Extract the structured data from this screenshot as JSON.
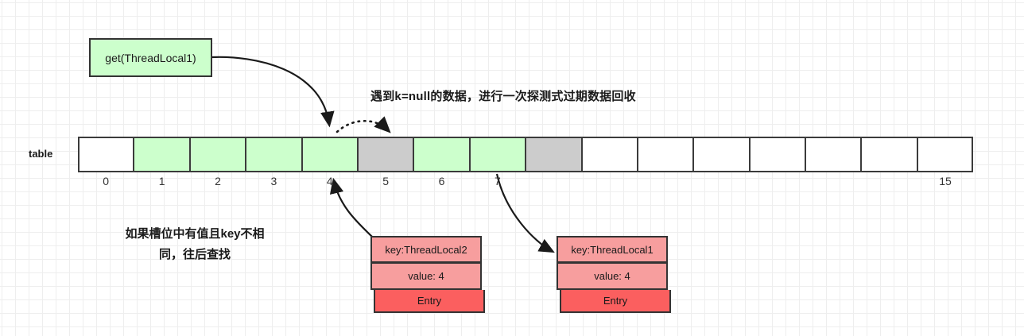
{
  "diagram": {
    "title_label": "table",
    "call_box": {
      "label": "get(ThreadLocal1)"
    },
    "annotations": {
      "top": "遇到k=null的数据，进行一次探测式过期数据回收",
      "left_line1": "如果槽位中有值且key不相",
      "left_line2": "同，往后查找"
    },
    "table": {
      "label": "table",
      "slot_count": 16,
      "slots": [
        {
          "index": 0,
          "index_label": "0",
          "state": "empty"
        },
        {
          "index": 1,
          "index_label": "1",
          "state": "green"
        },
        {
          "index": 2,
          "index_label": "2",
          "state": "green"
        },
        {
          "index": 3,
          "index_label": "3",
          "state": "green"
        },
        {
          "index": 4,
          "index_label": "4",
          "state": "green"
        },
        {
          "index": 5,
          "index_label": "5",
          "state": "gray"
        },
        {
          "index": 6,
          "index_label": "6",
          "state": "green"
        },
        {
          "index": 7,
          "index_label": "7",
          "state": "green"
        },
        {
          "index": 8,
          "index_label": "",
          "state": "gray"
        },
        {
          "index": 9,
          "index_label": "",
          "state": "empty"
        },
        {
          "index": 10,
          "index_label": "",
          "state": "empty"
        },
        {
          "index": 11,
          "index_label": "",
          "state": "empty"
        },
        {
          "index": 12,
          "index_label": "",
          "state": "empty"
        },
        {
          "index": 13,
          "index_label": "",
          "state": "empty"
        },
        {
          "index": 14,
          "index_label": "",
          "state": "empty"
        },
        {
          "index": 15,
          "index_label": "15",
          "state": "empty"
        }
      ]
    },
    "entries": [
      {
        "id": "entry-left",
        "key": "key:ThreadLocal2",
        "value": "value: 4",
        "footer": "Entry",
        "points_to_slot": 4
      },
      {
        "id": "entry-right",
        "key": "key:ThreadLocal1",
        "value": "value: 4",
        "footer": "Entry",
        "points_to_slot": 7
      }
    ],
    "colors": {
      "green_fill": "#ccffcc",
      "gray_fill": "#cccccc",
      "empty_fill": "#ffffff",
      "entry_fill": "#f79e9e",
      "entry_footer_fill": "#fb5f5f",
      "stroke": "#333333",
      "grid": "#e8e8e8"
    }
  }
}
